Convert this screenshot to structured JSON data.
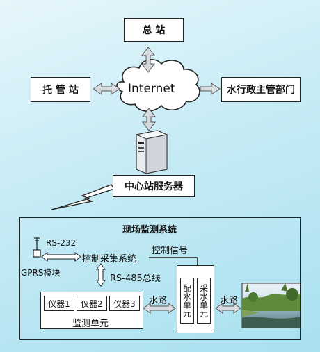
{
  "nodes": {
    "hq": "总 站",
    "hosting": "托 管 站",
    "internet": "Internet",
    "water_admin": "水行政主管部门",
    "center_server": "中心站服务器"
  },
  "field": {
    "title": "现场监测系统",
    "rs232": "RS-232",
    "gprs": "GPRS模块",
    "control_system": "控制采集系统",
    "control_signal": "控制信号",
    "rs485": "RS-485总线",
    "instruments": [
      "仪器1",
      "仪器2",
      "仪器3"
    ],
    "monitor_unit": "监测单元",
    "waterway_left": "水路",
    "distribution_unit": "配水单元",
    "sampling_unit": "采水单元",
    "waterway_right": "水路"
  }
}
